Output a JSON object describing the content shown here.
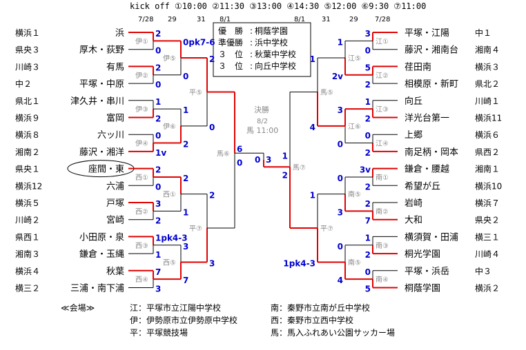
{
  "kickoff": "kick off ①10:00 ②11:30 ③13:00 ④14:30 ⑤12:00 ⑥9:30 ⑦11:00",
  "dates_left": [
    "7/28",
    "29",
    "31",
    "8/1"
  ],
  "dates_right": [
    "8/1",
    "31",
    "29",
    "7/28"
  ],
  "results": [
    {
      "label": "優　勝",
      "value": "桐蔭学園"
    },
    {
      "label": "準優勝",
      "value": "浜中学校"
    },
    {
      "label": "３　位",
      "value": "秋葉中学校"
    },
    {
      "label": "３　位",
      "value": "向丘中学校"
    }
  ],
  "final": {
    "title": "決勝",
    "date": "8/2",
    "venue": "馬 11:00",
    "left_score": "0",
    "right_score": "3"
  },
  "left_teams": [
    {
      "region": "横浜１",
      "name": "浜"
    },
    {
      "region": "県央３",
      "name": "厚木・荻野"
    },
    {
      "region": "川崎３",
      "name": "有馬"
    },
    {
      "region": "中２",
      "name": "平塚・中原"
    },
    {
      "region": "県北１",
      "name": "津久井・串川"
    },
    {
      "region": "横浜９",
      "name": "富岡"
    },
    {
      "region": "横浜８",
      "name": "六ッ川"
    },
    {
      "region": "湘南２",
      "name": "藤沢・湘洋"
    },
    {
      "region": "県央１",
      "name": "座間・東"
    },
    {
      "region": "横浜12",
      "name": "六浦"
    },
    {
      "region": "横浜５",
      "name": "戸塚"
    },
    {
      "region": "川崎２",
      "name": "宮崎"
    },
    {
      "region": "県西１",
      "name": "小田原・泉"
    },
    {
      "region": "湘南３",
      "name": "鎌倉・玉縄"
    },
    {
      "region": "横浜４",
      "name": "秋葉"
    },
    {
      "region": "横三２",
      "name": "三浦・南下浦"
    }
  ],
  "right_teams": [
    {
      "name": "平塚・江陽",
      "region": "中１"
    },
    {
      "name": "藤沢・湘南台",
      "region": "湘南４"
    },
    {
      "name": "荏田南",
      "region": "横浜３"
    },
    {
      "name": "相模原・新町",
      "region": "県北２"
    },
    {
      "name": "向丘",
      "region": "川崎１"
    },
    {
      "name": "洋光台第一",
      "region": "横浜11"
    },
    {
      "name": "上郷",
      "region": "横浜６"
    },
    {
      "name": "南足柄・岡本",
      "region": "県西２"
    },
    {
      "name": "鎌倉・腰越",
      "region": "湘南１"
    },
    {
      "name": "希望が丘",
      "region": "横浜10"
    },
    {
      "name": "岩崎",
      "region": "横浜７"
    },
    {
      "name": "大和",
      "region": "県央２"
    },
    {
      "name": "横須賀・田浦",
      "region": "横三１"
    },
    {
      "name": "桐光学園",
      "region": "川崎４"
    },
    {
      "name": "平塚・浜岳",
      "region": "中３"
    },
    {
      "name": "桐蔭学園",
      "region": "横浜２"
    }
  ],
  "left_r1": [
    {
      "venue": "伊①",
      "top": "2",
      "bottom": "0"
    },
    {
      "venue": "伊②",
      "top": "2",
      "bottom": "0"
    },
    {
      "venue": "伊③",
      "top": "1",
      "bottom": "2"
    },
    {
      "venue": "伊④",
      "top": "0",
      "bottom": "1v"
    },
    {
      "venue": "西①",
      "top": "2",
      "bottom": "0"
    },
    {
      "venue": "西②",
      "top": "3",
      "bottom": "2"
    },
    {
      "venue": "西③",
      "top": "1pk4-3",
      "bottom": "1"
    },
    {
      "venue": "西④",
      "top": "7",
      "bottom": "3"
    }
  ],
  "left_r2": [
    {
      "venue": "伊⑤",
      "top": "0pk7-6",
      "bottom": "0"
    },
    {
      "venue": "伊⑥",
      "top": "1",
      "bottom": "2"
    },
    {
      "venue": "西①",
      "top": "2",
      "bottom": "1"
    },
    {
      "venue": "西⑤",
      "top": "3",
      "bottom": "7"
    }
  ],
  "left_r3": [
    {
      "venue": "平⑤",
      "top": "2",
      "bottom": "0"
    },
    {
      "venue": "平⑦",
      "top": "2",
      "bottom": "3"
    }
  ],
  "left_sf": {
    "venue": "馬⑥",
    "top": "6",
    "bottom": "0"
  },
  "right_r1": [
    {
      "venue": "江①",
      "top": "3",
      "bottom": "0"
    },
    {
      "venue": "江②",
      "top": "5",
      "bottom": "2"
    },
    {
      "venue": "江③",
      "top": "1",
      "bottom": "2"
    },
    {
      "venue": "江④",
      "top": "0",
      "bottom": "2"
    },
    {
      "venue": "南①",
      "top": "3v",
      "bottom": "2"
    },
    {
      "venue": "南②",
      "top": "2",
      "bottom": "7"
    },
    {
      "venue": "南③",
      "top": "1",
      "bottom": "2"
    },
    {
      "venue": "南④",
      "top": "0",
      "bottom": "5"
    }
  ],
  "right_r2": [
    {
      "venue": "江⑤",
      "top": "1",
      "bottom": "2v"
    },
    {
      "venue": "江⑥",
      "top": "3",
      "bottom": "0"
    },
    {
      "venue": "南⑤",
      "top": "0",
      "bottom": "3"
    },
    {
      "venue": "南⑤",
      "top": "0",
      "bottom": "4"
    }
  ],
  "right_r3": [
    {
      "venue": "馬⑤",
      "top": "1",
      "bottom": "4"
    },
    {
      "venue": "平⑦",
      "top": "1",
      "bottom": "1pk4-3"
    }
  ],
  "right_sf": {
    "venue": "馬⑦",
    "top": "1",
    "bottom": "2"
  },
  "legend_title": "≪会場≫",
  "legend": [
    "江：平塚市立江陽中学校",
    "南：秦野市立南が丘中学校",
    "伊：伊勢原市立伊勢原中学校",
    "西：秦野市立西中学校",
    "平：平塚競技場",
    "馬：馬入ふれあい公園サッカー場"
  ],
  "colors": {
    "win": "#e00000",
    "line": "#000000",
    "score": "#0000cc",
    "venue": "#888888"
  }
}
